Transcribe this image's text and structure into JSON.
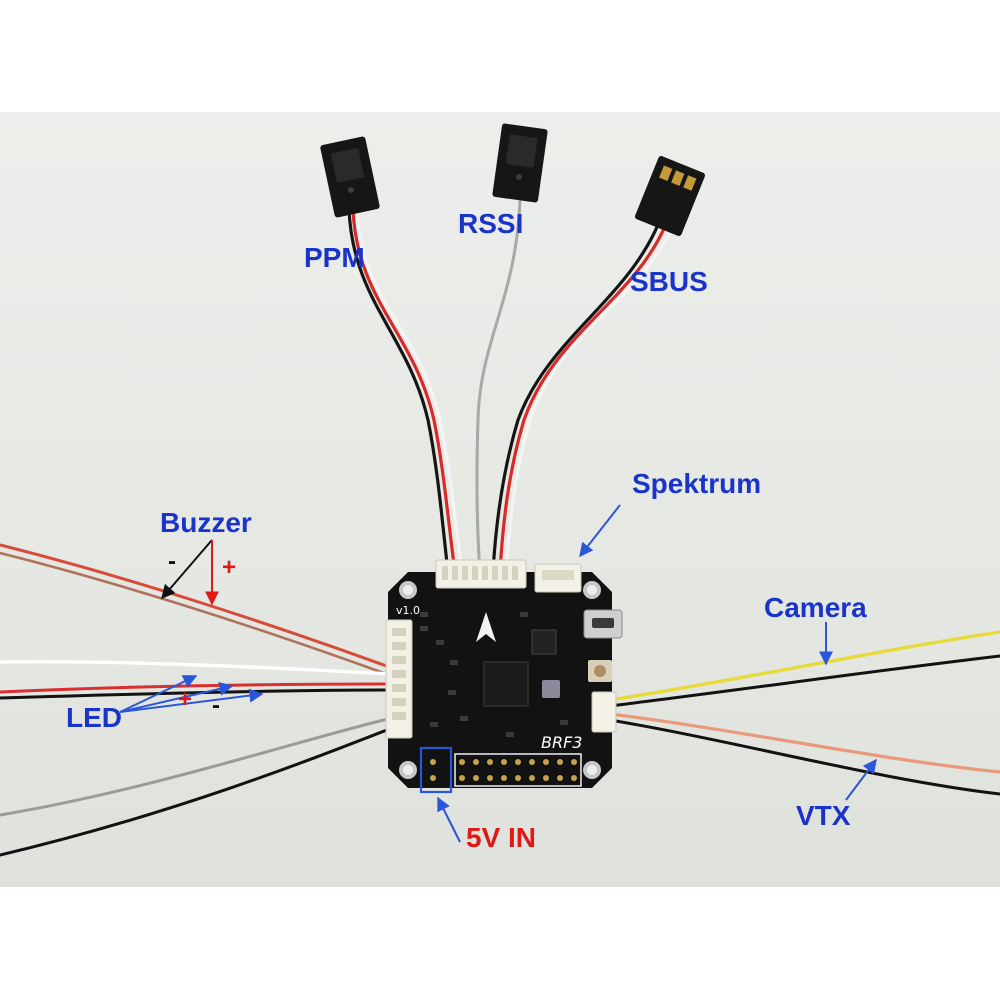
{
  "labels": {
    "ppm": "PPM",
    "rssi": "RSSI",
    "sbus": "SBUS",
    "spektrum": "Spektrum",
    "buzzer": "Buzzer",
    "buzzer_minus": "-",
    "buzzer_plus": "+",
    "camera": "Camera",
    "led": "LED",
    "led_plus": "+",
    "led_minus": "-",
    "vtx": "VTX",
    "five_v_in": "5V IN"
  },
  "board": {
    "name": "BRF3",
    "version": "v1.0"
  },
  "colors": {
    "label_blue": "#1a33c8",
    "label_red": "#e01818",
    "arrow_blue": "#2a56d8",
    "pcb": "#121212",
    "background": "#e8eae6"
  }
}
